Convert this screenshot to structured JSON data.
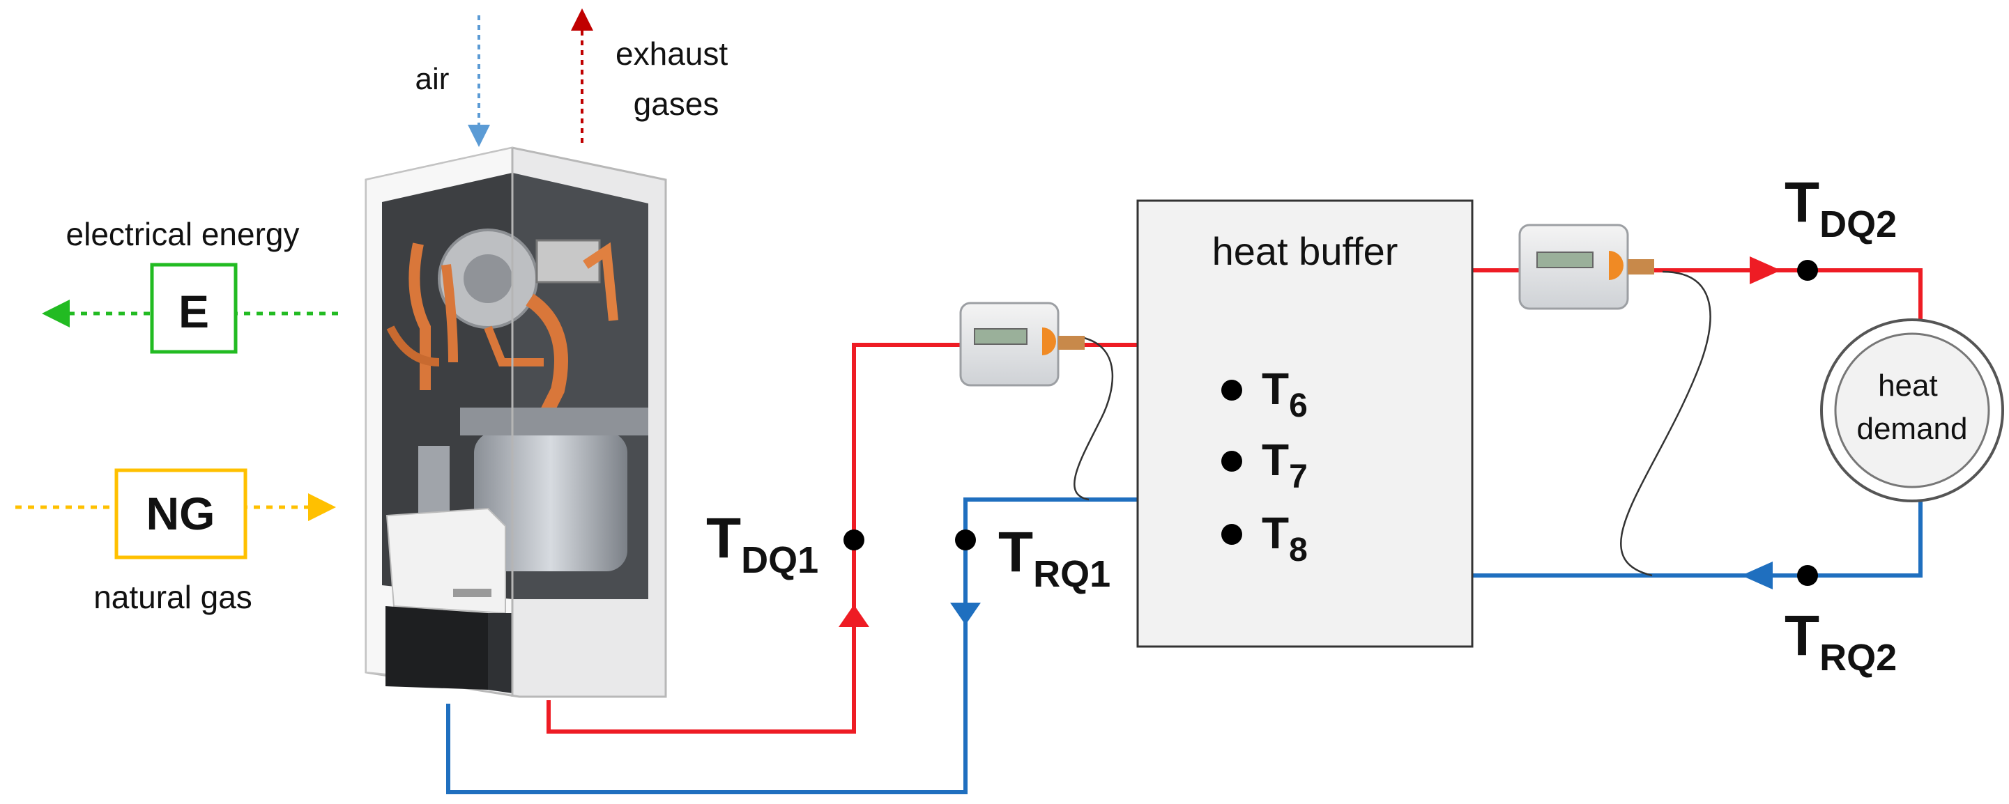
{
  "inputs": {
    "air": "air",
    "exhaust_line1": "exhaust",
    "exhaust_line2": "gases",
    "electrical_energy": "electrical energy",
    "electrical_box": "E",
    "natural_gas": "natural gas",
    "ng_box": "NG"
  },
  "buffer": {
    "title": "heat buffer",
    "sensors": [
      {
        "base": "T",
        "sub": "6"
      },
      {
        "base": "T",
        "sub": "7"
      },
      {
        "base": "T",
        "sub": "8"
      }
    ]
  },
  "demand": {
    "line1": "heat",
    "line2": "demand"
  },
  "temperatures": {
    "dq1": {
      "base": "T",
      "sub": "DQ1"
    },
    "rq1": {
      "base": "T",
      "sub": "RQ1"
    },
    "dq2": {
      "base": "T",
      "sub": "DQ2"
    },
    "rq2": {
      "base": "T",
      "sub": "RQ2"
    }
  },
  "colors": {
    "supply": "#ee1c24",
    "return": "#1f6fbf",
    "electric": "#22bb22",
    "gas": "#ffc000",
    "air": "#5b9bd5",
    "exhaust": "#c00000"
  }
}
